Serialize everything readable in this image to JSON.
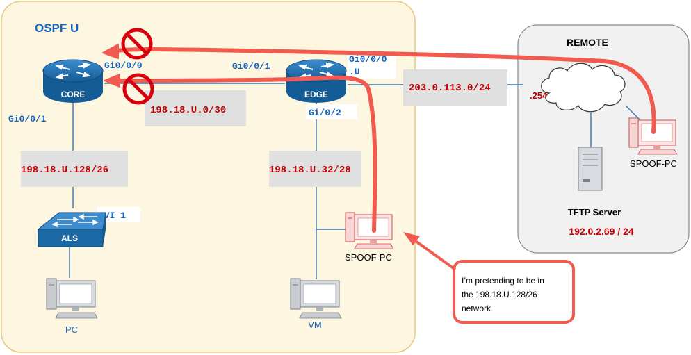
{
  "zones": {
    "ospf_title": "OSPF U",
    "remote_title": "REMOTE"
  },
  "devices": {
    "core": "CORE",
    "edge": "EDGE",
    "als": "ALS",
    "pc": "PC",
    "vm": "VM",
    "spoof_pc_local": "SPOOF-PC",
    "spoof_pc_remote": "SPOOF-PC",
    "tftp": "TFTP Server",
    "tftp_ip": "192.0.2.69 / 24"
  },
  "interfaces": {
    "core_gi000": "Gi0/0/0",
    "core_gi001": "Gi0/0/1",
    "edge_gi001": "Gi0/0/1",
    "edge_gi000": "Gi0/0/0",
    "edge_gi000_addr": ".U",
    "edge_gi02": "Gi/0/2",
    "als_svi": "SVI 1",
    "cloud_host": ".254"
  },
  "subnets": {
    "core_edge": "198.18.U.0/30",
    "core_als": "198.18.U.128/26",
    "edge_lan": "198.18.U.32/28",
    "wan": "203.0.113.0/24"
  },
  "callout": {
    "line1": "I’m pretending to be in",
    "line2": "the 198.18.U.128/26",
    "line3": "network"
  },
  "colors": {
    "ospf_fill": "#fdf6e1",
    "ospf_border": "#e8c77a",
    "remote_fill": "#f1f1f1",
    "label_blue": "#1565c0",
    "subnet_red": "#c00000",
    "subnet_box": "#e0e0e0",
    "router_blue": "#1b6aa5",
    "attack_red": "#f05a4f"
  }
}
